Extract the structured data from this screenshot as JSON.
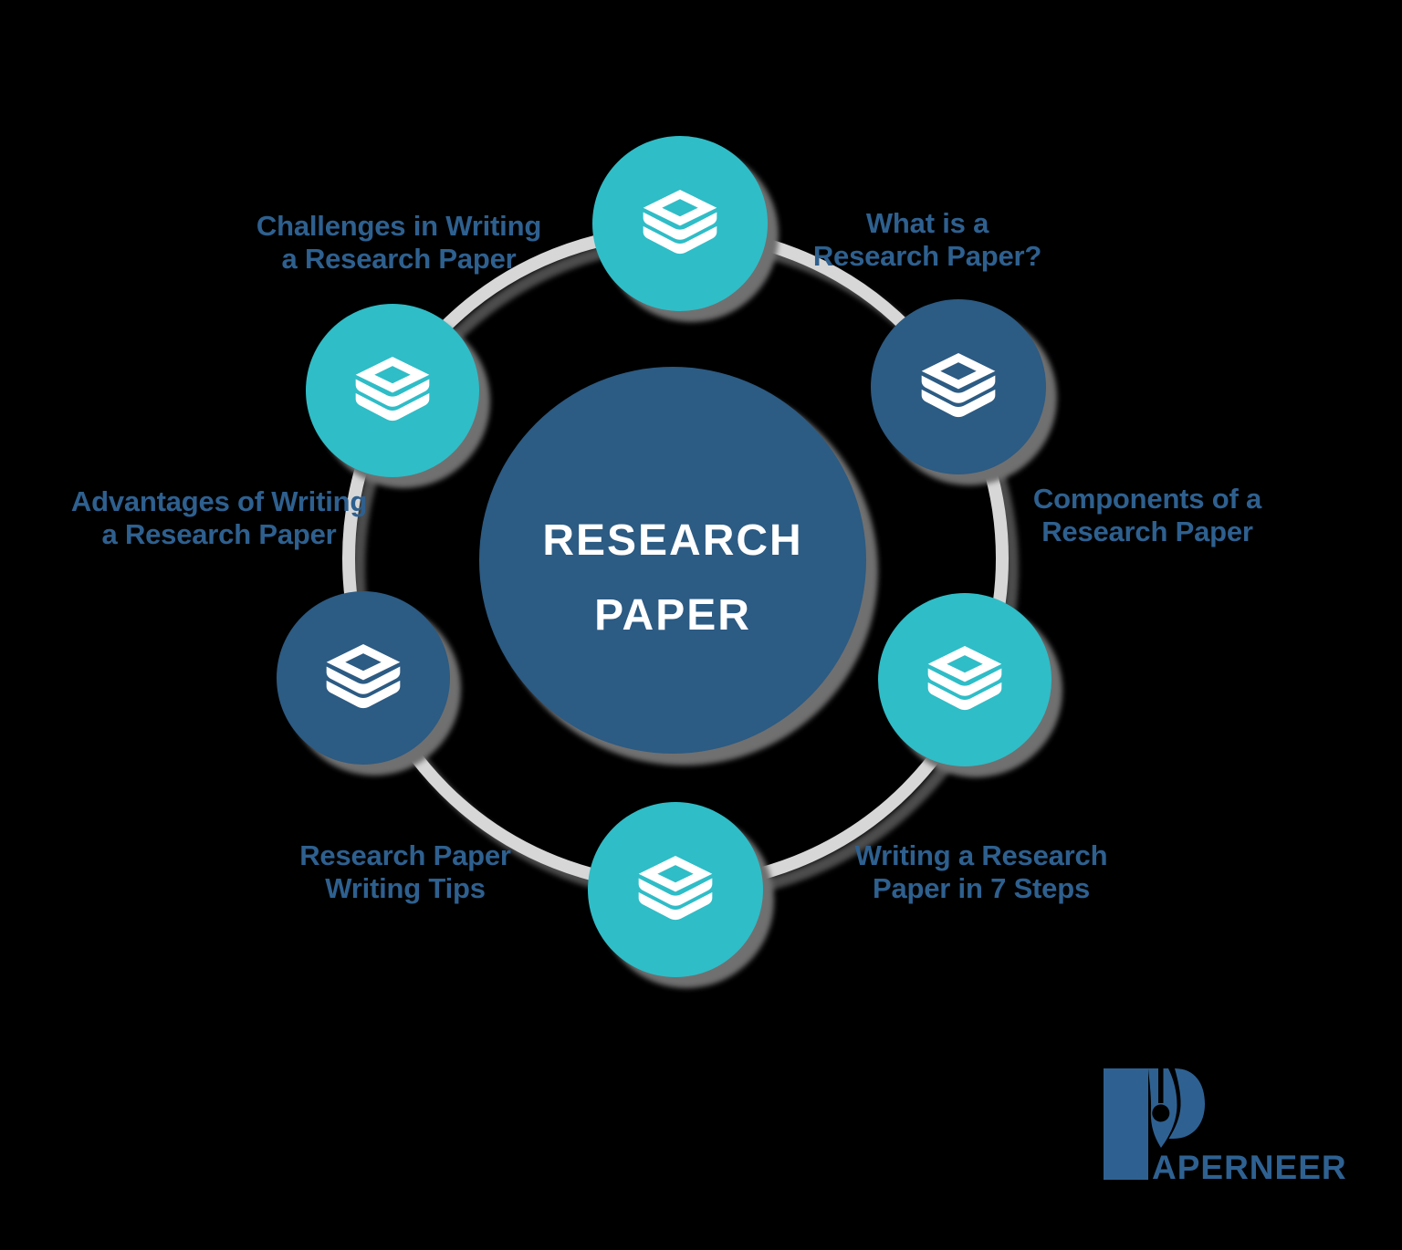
{
  "colors": {
    "bg": "#000000",
    "teal": "#2FBDC7",
    "navy": "#2C5B83",
    "labelText": "#2E608F",
    "ring": "#D7D7D7",
    "shadow": "#6F6F6F",
    "ringShadow": "#8B8B8B",
    "centerText": "#FFFFFF",
    "logo": "#2E6191"
  },
  "diagram": {
    "center": {
      "text": "RESEARCH\nPAPER"
    },
    "circles": [
      {
        "pos": "top",
        "color": "teal",
        "icon": "books-icon"
      },
      {
        "pos": "upper-right",
        "color": "navy",
        "icon": "books-icon"
      },
      {
        "pos": "lower-right",
        "color": "teal",
        "icon": "books-icon"
      },
      {
        "pos": "bottom",
        "color": "teal",
        "icon": "books-icon"
      },
      {
        "pos": "lower-left",
        "color": "navy",
        "icon": "books-icon"
      },
      {
        "pos": "upper-left",
        "color": "teal",
        "icon": "books-icon"
      }
    ],
    "labels": [
      {
        "pos": "upper-left",
        "text": "Challenges in Writing\na Research Paper"
      },
      {
        "pos": "upper-right",
        "text": "What is a\nResearch Paper?"
      },
      {
        "pos": "right",
        "text": "Components of a\nResearch Paper"
      },
      {
        "pos": "lower-right",
        "text": "Writing a Research\nPaper in 7 Steps"
      },
      {
        "pos": "lower-left",
        "text": "Research Paper\nWriting Tips"
      },
      {
        "pos": "left",
        "text": "Advantages of Writing\na Research Paper"
      }
    ]
  },
  "logo": {
    "text": "APERNEER",
    "icon": "pen-nib-p-logo-icon"
  }
}
